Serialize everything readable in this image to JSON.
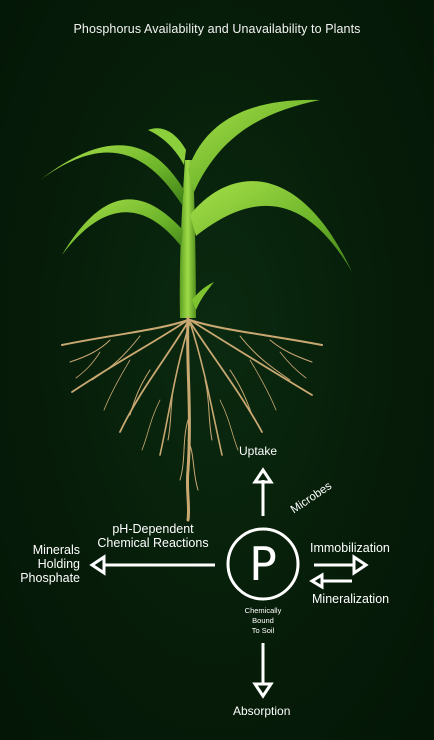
{
  "title": "Phosphorus Availability and Unavailability to Plants",
  "center": {
    "symbol": "P",
    "caption": [
      "Chemically",
      "Bound",
      "To Soil"
    ]
  },
  "labels": {
    "uptake": "Uptake",
    "microbes": "Microbes",
    "ph_reactions": [
      "pH-Dependent",
      "Chemical Reactions"
    ],
    "minerals": [
      "Minerals",
      "Holding",
      "Phosphate"
    ],
    "immobilization": "Immobilization",
    "mineralization": "Mineralization",
    "absorption": "Absorption"
  },
  "colors": {
    "background": "#061f0a",
    "leaf": "#7fc330",
    "root": "#c9a872",
    "line": "#ffffff"
  },
  "icons": {
    "plant": "corn-plant-illustration",
    "arrows": "arrow-icon"
  }
}
